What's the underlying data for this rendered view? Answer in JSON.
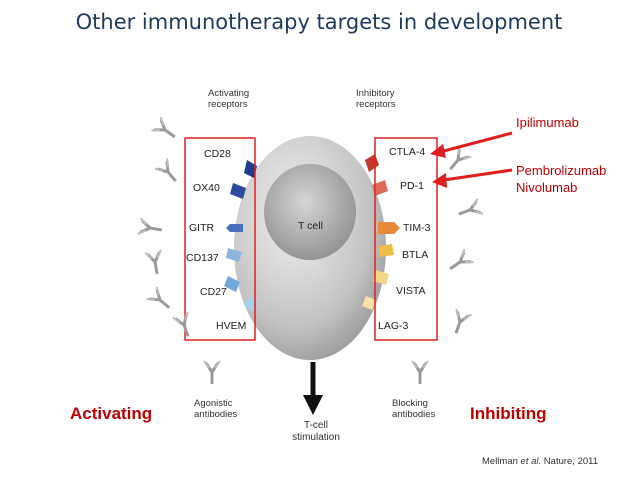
{
  "title": "Other immunotherapy targets in development",
  "activating_header": [
    "Activating",
    "receptors"
  ],
  "inhibitory_header": [
    "Inhibitory",
    "receptors"
  ],
  "activating_receptors": [
    "CD28",
    "OX40",
    "GITR",
    "CD137",
    "CD27",
    "HVEM"
  ],
  "inhibitory_receptors": [
    "CTLA-4",
    "PD-1",
    "TIM-3",
    "BTLA",
    "VISTA",
    "LAG-3"
  ],
  "cell_label": "T cell",
  "stimulation_label": [
    "T-cell",
    "stimulation"
  ],
  "agonistic_label": [
    "Agonistic",
    "antibodies"
  ],
  "blocking_label": [
    "Blocking",
    "antibodies"
  ],
  "drugs": {
    "ctla4": "Ipilimumab",
    "pd1": [
      "Pembrolizumab",
      "Nivolumab"
    ]
  },
  "activating_label": "Activating",
  "inhibiting_label": "Inhibiting",
  "citation": {
    "prefix": "Mellman ",
    "italic": "et al.",
    "suffix": " Nature, 2011"
  },
  "colors": {
    "title": "#1f3a5f",
    "highlight": "#c00000",
    "cell": "#c8c8c8",
    "nucleus": "#a8a8a8"
  }
}
